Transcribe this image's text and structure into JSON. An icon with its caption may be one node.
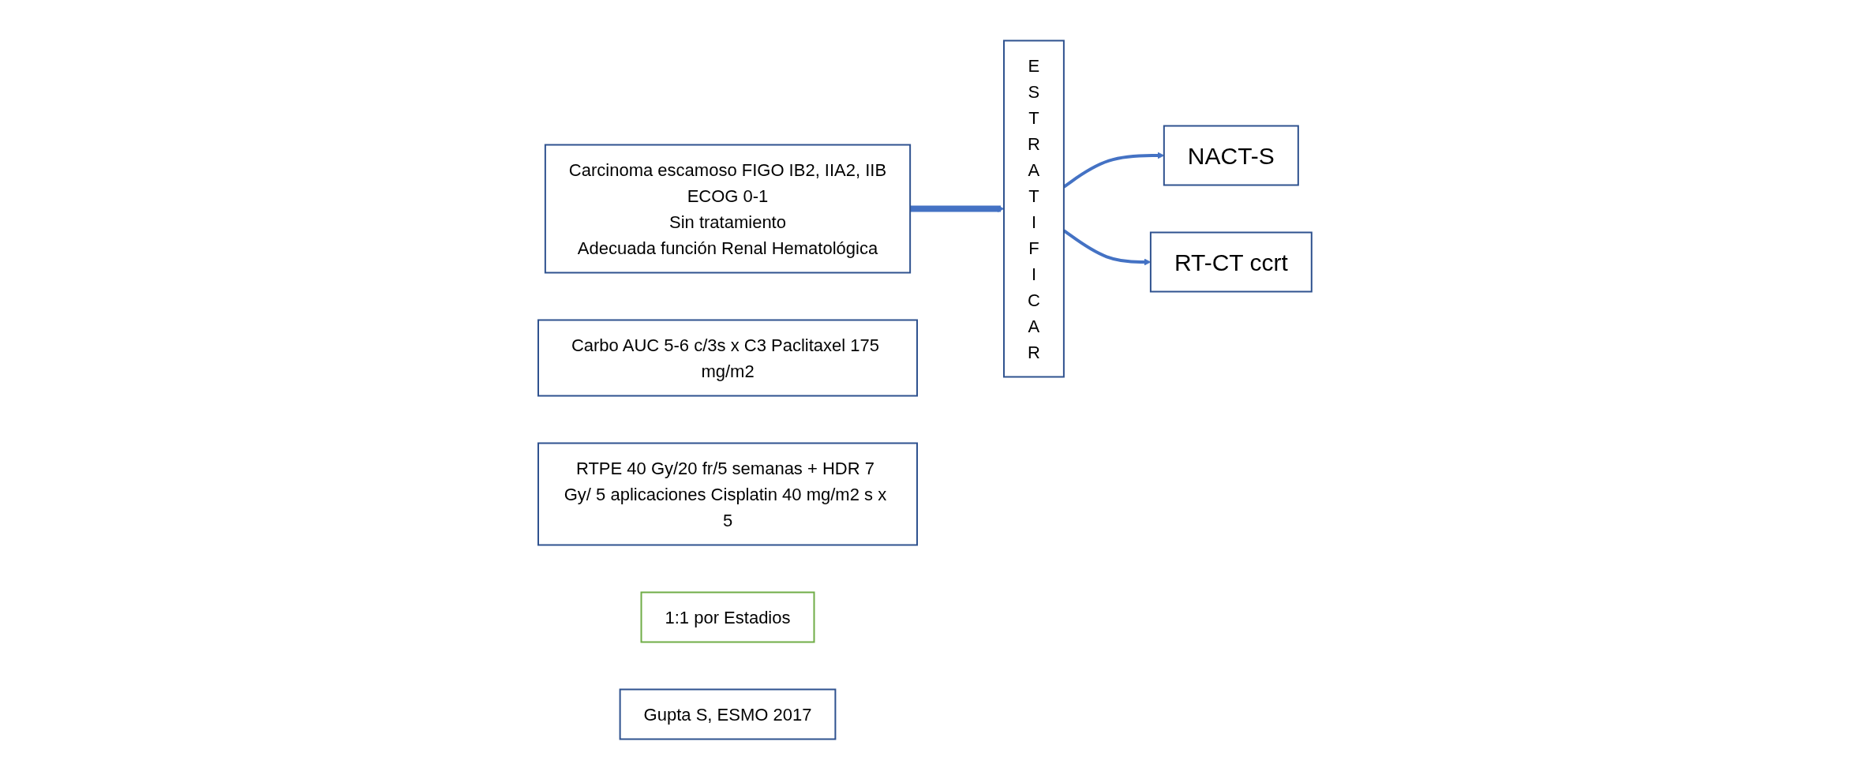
{
  "diagram": {
    "nodes": [
      {
        "text": [
          "Carcinoma escamoso FIGO IB2, IIA2, IIB",
          "ECOG 0-1",
          "Sin tratamiento",
          "Adecuada función Renal Hematológica"
        ]
      },
      {
        "text": [
          "ESTRATIFICAR"
        ]
      },
      {
        "text": [
          "NACT-S"
        ]
      },
      {
        "text": [
          "RT-CT ccrt"
        ]
      },
      {
        "text": [
          "Carbo AUC 5-6 c/3s x C3 Paclitaxel 175 mg/m2"
        ]
      },
      {
        "text": [
          "RTPE 40 Gy/20 fr/5 semanas + HDR 7 Gy/ 5 aplicaciones Cisplatin 40 mg/m2 s x 5"
        ]
      },
      {
        "text": [
          "1:1 por Estadios"
        ]
      },
      {
        "text": [
          "Gupta S, ESMO 2017"
        ]
      }
    ],
    "edges": [
      {
        "from": 0,
        "to": 1,
        "arrow": "to",
        "style": "thick"
      },
      {
        "from": 1,
        "to": 2,
        "arrow": "to"
      },
      {
        "from": 1,
        "to": 3,
        "arrow": "to"
      }
    ]
  }
}
